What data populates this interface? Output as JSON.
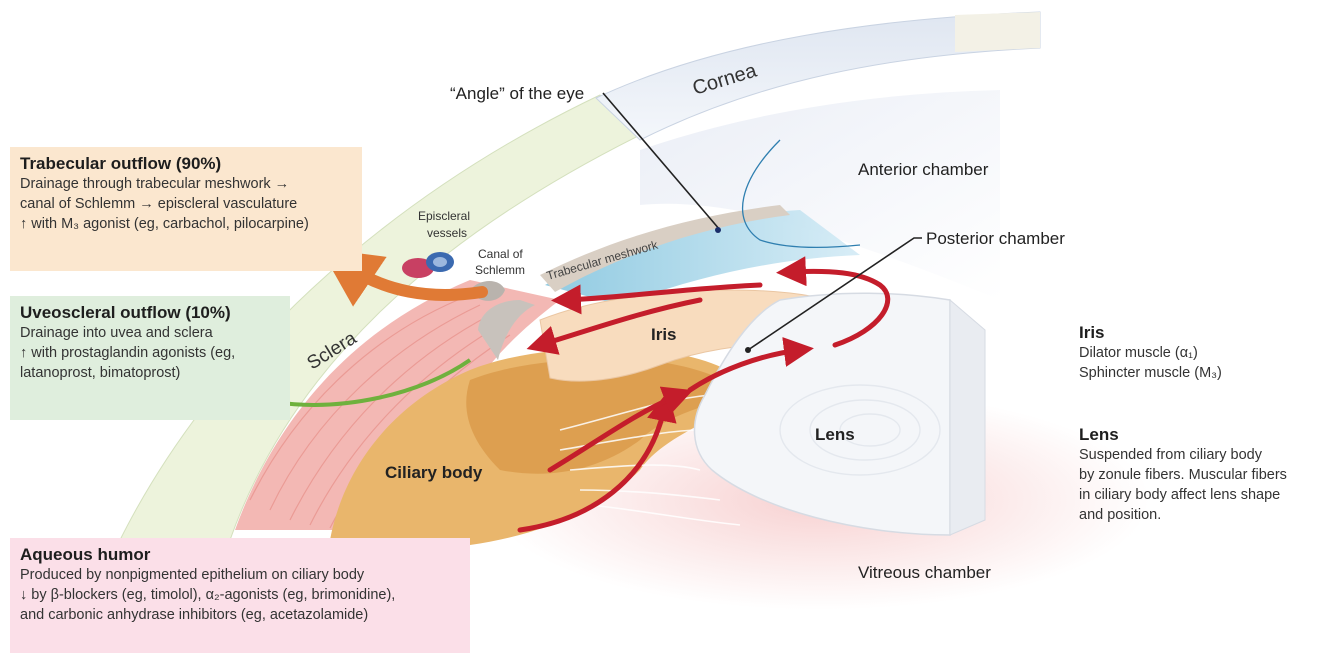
{
  "boxes": {
    "trabecular": {
      "title": "Trabecular outflow (90%)",
      "lines": [
        "Drainage through trabecular meshwork →",
        "canal of Schlemm → episcleral vasculature",
        "↑ with M₃ agonist (eg, carbachol, pilocarpine)"
      ]
    },
    "uveoscleral": {
      "title": "Uveoscleral outflow (10%)",
      "lines": [
        "Drainage into uvea and sclera",
        "↑ with prostaglandin agonists (eg,",
        "latanoprost, bimatoprost)"
      ]
    },
    "aqueous": {
      "title": "Aqueous humor",
      "lines": [
        "Produced by nonpigmented epithelium on ciliary body",
        "↓ by β-blockers (eg, timolol), α₂-agonists (eg, brimonidine),",
        "and carbonic anhydrase inhibitors (eg, acetazolamide)"
      ]
    }
  },
  "side": {
    "iris": {
      "title": "Iris",
      "lines": [
        "Dilator muscle (α₁)",
        "Sphincter muscle (M₃)"
      ]
    },
    "lens": {
      "title": "Lens",
      "lines": [
        "Suspended from ciliary body",
        "by zonule fibers. Muscular fibers",
        "in ciliary body affect lens shape",
        "and position."
      ]
    }
  },
  "labels": {
    "cornea": "Cornea",
    "angle": "“Angle” of the eye",
    "anterior_chamber": "Anterior chamber",
    "posterior_chamber": "Posterior chamber",
    "episcleral_vessels": [
      "Episcleral",
      "vessels"
    ],
    "canal": [
      "Canal of",
      "Schlemm"
    ],
    "trabecular_meshwork": "Trabecular meshwork",
    "sclera": "Sclera",
    "iris": "Iris",
    "ciliary_body": "Ciliary body",
    "lens": "Lens",
    "vitreous_chamber": "Vitreous chamber"
  },
  "colors": {
    "cornea": "#e9eef5",
    "sclera": "#edf3dc",
    "muscle": "#f3b8b4",
    "ciliary": "#e9b66c",
    "iris": "#f8dcbe",
    "lens": "#f4f6f9",
    "flow_arrow": "#c41d2b",
    "trabecular_arrow": "#e07a35",
    "uveoscleral_arrow": "#6fb13d"
  }
}
